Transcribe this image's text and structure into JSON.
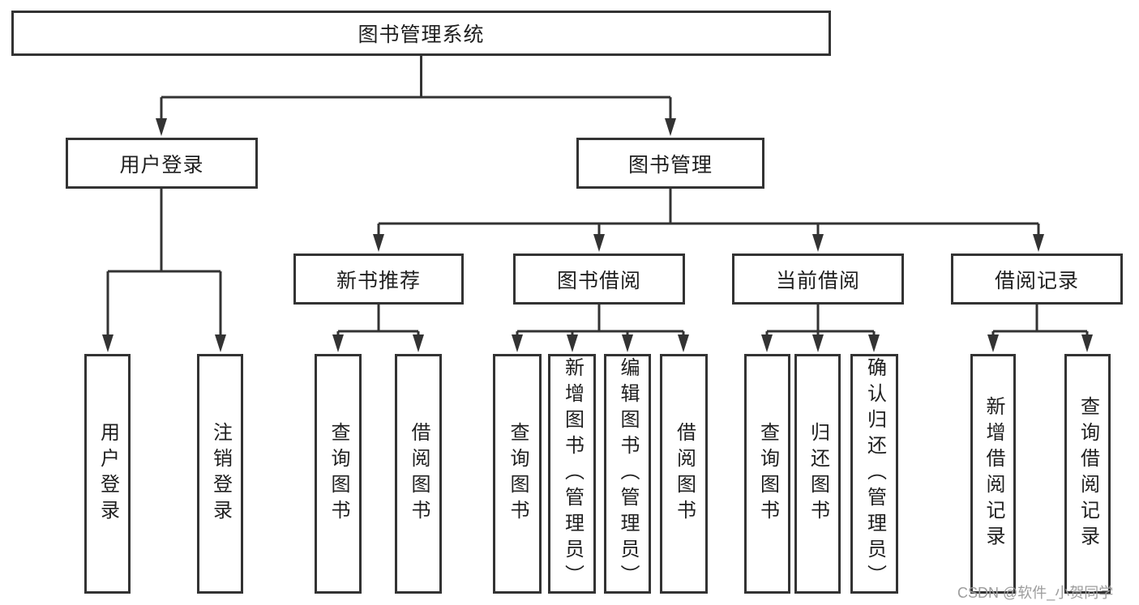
{
  "tree": {
    "label": "图书管理系统",
    "children": [
      {
        "label": "用户登录",
        "children": [
          {
            "label": "用户登录"
          },
          {
            "label": "注销登录"
          }
        ]
      },
      {
        "label": "图书管理",
        "children": [
          {
            "label": "新书推荐",
            "children": [
              {
                "label": "查询图书"
              },
              {
                "label": "借阅图书"
              }
            ]
          },
          {
            "label": "图书借阅",
            "children": [
              {
                "label": "查询图书"
              },
              {
                "label": "新增图书（管理员）"
              },
              {
                "label": "编辑图书（管理员）"
              },
              {
                "label": "借阅图书"
              }
            ]
          },
          {
            "label": "当前借阅",
            "children": [
              {
                "label": "查询图书"
              },
              {
                "label": "归还图书"
              },
              {
                "label": "确认归还（管理员）"
              }
            ]
          },
          {
            "label": "借阅记录",
            "children": [
              {
                "label": "新增借阅记录"
              },
              {
                "label": "查询借阅记录"
              }
            ]
          }
        ]
      }
    ]
  },
  "watermark": {
    "text": "CSDN @软件_小贺同学"
  },
  "colors": {
    "line": "#333333",
    "text": "#1f1f1f",
    "box_background": "#ffffff",
    "watermark": "#9c9c9c"
  }
}
